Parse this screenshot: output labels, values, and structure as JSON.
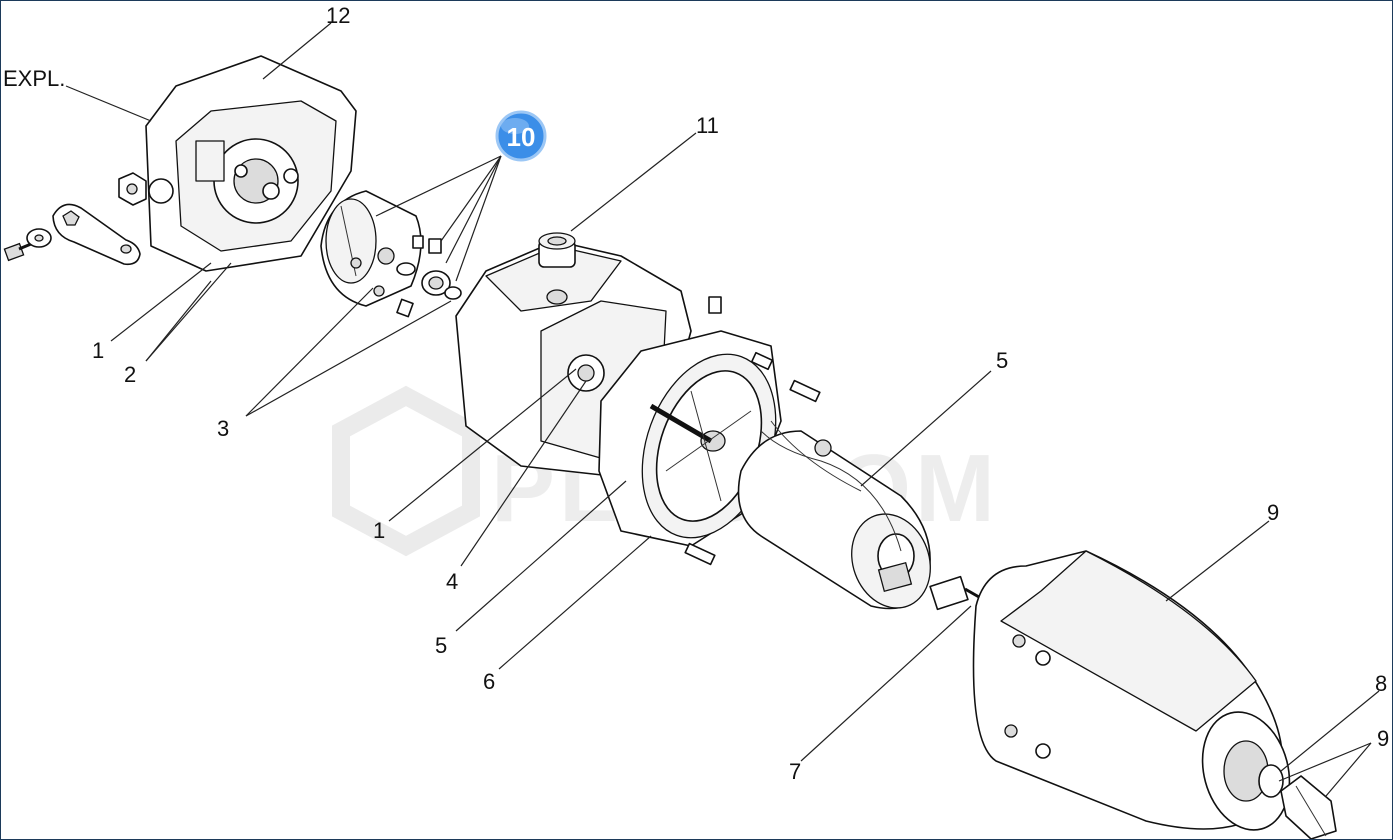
{
  "diagram": {
    "watermark": "PLUSCOM",
    "highlight_badge": "10",
    "labels": {
      "expl": "EXPL.",
      "l12": "12",
      "l11": "11",
      "l1a": "1",
      "l2": "2",
      "l3": "3",
      "l1b": "1",
      "l4": "4",
      "l5a": "5",
      "l5b": "5",
      "l6": "6",
      "l7": "7",
      "l8": "8",
      "l9a": "9",
      "l9b": "9"
    },
    "colors": {
      "badge": "#3b8ee8",
      "line": "#111111",
      "frame": "#1c3a5a"
    }
  }
}
